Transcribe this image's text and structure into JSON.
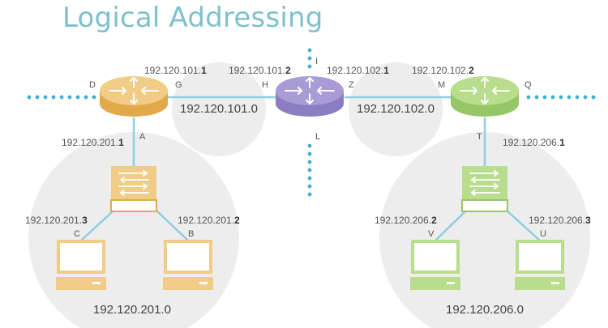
{
  "title": "Logical Addressing",
  "colors": {
    "title": "#7fc0cc",
    "link": "#8fcde0",
    "dots": "#3fb0cf",
    "zone": "#ededed",
    "orange": "#f1cc86",
    "orange_dark": "#e2a94b",
    "purple": "#a99bd6",
    "purple_dark": "#8a7dc2",
    "green": "#b8dd8c",
    "green_dark": "#97c667"
  },
  "networks": {
    "net_101": "192.120.101.0",
    "net_102": "192.120.102.0",
    "net_201": "192.120.201.0",
    "net_206": "192.120.206.0"
  },
  "addresses": {
    "g": {
      "prefix": "192.120.101.",
      "host": "1"
    },
    "h": {
      "prefix": "192.120.101.",
      "host": "2"
    },
    "z": {
      "prefix": "192.120.102.",
      "host": "1"
    },
    "m": {
      "prefix": "192.120.102.",
      "host": "2"
    },
    "a": {
      "prefix": "192.120.201.",
      "host": "1"
    },
    "c": {
      "prefix": "192.120.201.",
      "host": "3"
    },
    "b": {
      "prefix": "192.120.201.",
      "host": "2"
    },
    "t": {
      "prefix": "192.120.206.",
      "host": "1"
    },
    "v": {
      "prefix": "192.120.206.",
      "host": "2"
    },
    "u": {
      "prefix": "192.120.206.",
      "host": "3"
    }
  },
  "ports": {
    "d": "D",
    "g": "G",
    "h": "H",
    "i": "I",
    "z": "Z",
    "l": "L",
    "m": "M",
    "q": "Q",
    "a": "A",
    "t": "T",
    "c": "C",
    "b": "B",
    "v": "V",
    "u": "U"
  },
  "icons": {
    "router": "router-icon",
    "switch": "switch-icon",
    "computer": "computer-icon"
  }
}
